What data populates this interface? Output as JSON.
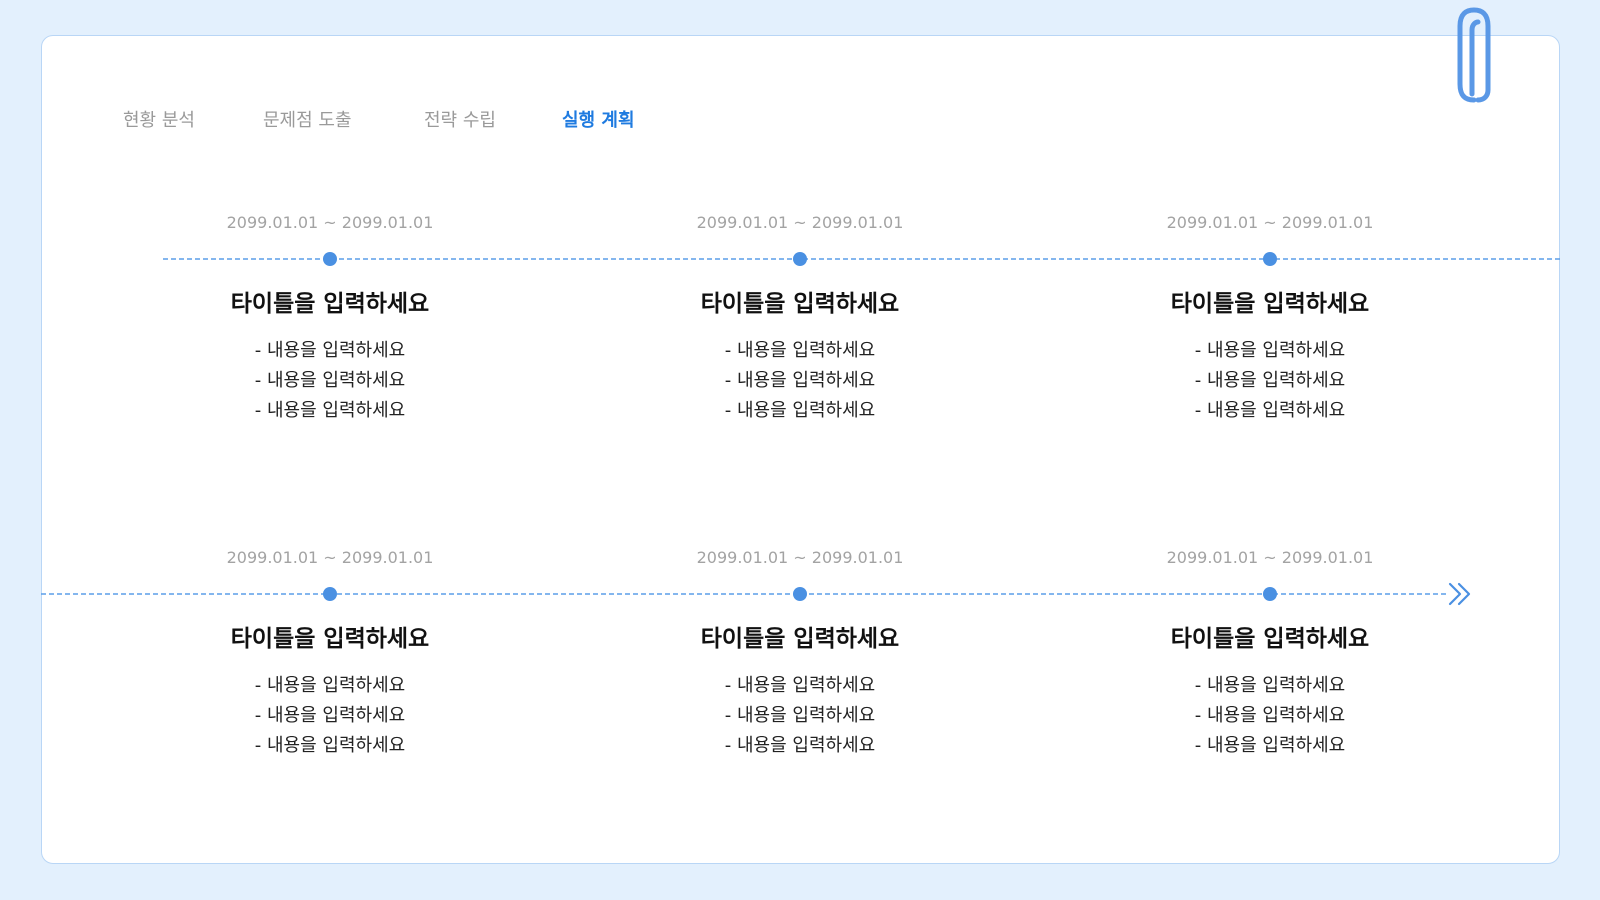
{
  "tabs": [
    {
      "label": "현황 분석",
      "active": false
    },
    {
      "label": "문제점 도출",
      "active": false
    },
    {
      "label": "전략 수립",
      "active": false
    },
    {
      "label": "실행 계획",
      "active": true
    }
  ],
  "timeline": {
    "row1": [
      {
        "date": "2099.01.01 ~ 2099.01.01",
        "title": "타이틀을 입력하세요",
        "items": [
          "- 내용을 입력하세요",
          "- 내용을 입력하세요",
          "- 내용을 입력하세요"
        ]
      },
      {
        "date": "2099.01.01 ~ 2099.01.01",
        "title": "타이틀을 입력하세요",
        "items": [
          "- 내용을 입력하세요",
          "- 내용을 입력하세요",
          "- 내용을 입력하세요"
        ]
      },
      {
        "date": "2099.01.01 ~ 2099.01.01",
        "title": "타이틀을 입력하세요",
        "items": [
          "- 내용을 입력하세요",
          "- 내용을 입력하세요",
          "- 내용을 입력하세요"
        ]
      }
    ],
    "row2": [
      {
        "date": "2099.01.01 ~ 2099.01.01",
        "title": "타이틀을 입력하세요",
        "items": [
          "- 내용을 입력하세요",
          "- 내용을 입력하세요",
          "- 내용을 입력하세요"
        ]
      },
      {
        "date": "2099.01.01 ~ 2099.01.01",
        "title": "타이틀을 입력하세요",
        "items": [
          "- 내용을 입력하세요",
          "- 내용을 입력하세요",
          "- 내용을 입력하세요"
        ]
      },
      {
        "date": "2099.01.01 ~ 2099.01.01",
        "title": "타이틀을 입력하세요",
        "items": [
          "- 내용을 입력하세요",
          "- 내용을 입력하세요",
          "- 내용을 입력하세요"
        ]
      }
    ]
  },
  "icons": {
    "clip": "paperclip-icon",
    "arrow": "double-chevron-right-icon"
  },
  "colors": {
    "accent": "#1f7be0",
    "dot": "#4a90e2",
    "line": "#5b9ee8",
    "background": "#e3f0fd"
  }
}
